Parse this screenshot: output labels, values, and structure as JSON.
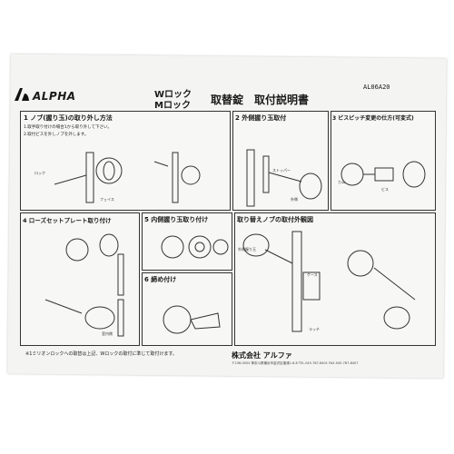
{
  "header": {
    "logo_text": "ALPHA",
    "doc_code": "AL06A20",
    "title_line1": "Wロック",
    "title_line2": "Mロック",
    "main_title": "取替錠　取付説明書"
  },
  "sections": {
    "s1": {
      "title": "1 ノブ(握り玉)の取り外し方法",
      "note1": "1.取手取り付けの場合1から取り外して下さい。",
      "note2": "2.取付ビスを外しノブを外します。",
      "label1": "ロック",
      "label2": "フェイス"
    },
    "s2": {
      "title": "2 外側握り玉取付",
      "label1": "外側",
      "label2": "ストッパー"
    },
    "s3": {
      "title": "3 ビスピッチ変更の仕方(可変式)",
      "label1": "カム",
      "label2": "ビス"
    },
    "s4": {
      "title": "4 ローズセットプレート取り付け",
      "label1": "室内側"
    },
    "s5": {
      "title": "5 内側握り玉取り付け"
    },
    "s6": {
      "title": "6 締め付け"
    },
    "s7": {
      "title": "取り替えノブの取付外観図",
      "label1": "外側握り玉",
      "label2": "ケース",
      "label3": "ラッチ"
    }
  },
  "footer": {
    "note": "※1ミリオンロックへの取替は上記、Wロックの取付に準じて取付けます。",
    "company": "株式会社 アルファ",
    "address": "〒236-0004 神奈川県横浜市金沢区福浦1-6-8 TEL.045-787-8401 FAX.045-787-8407"
  }
}
